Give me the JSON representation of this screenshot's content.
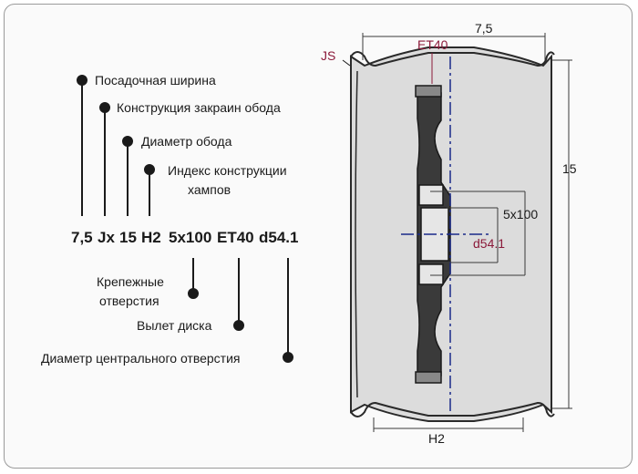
{
  "labels": {
    "seat_width": "Посадочная ширина",
    "flange": "Конструкция закраин обода",
    "rim_diameter": "Диаметр обода",
    "hump_line1": "Индекс конструкции",
    "hump_line2": "хампов",
    "bolts_line1": "Крепежные",
    "bolts_line2": "отверстия",
    "offset": "Вылет диска",
    "center_bore": "Диаметр центрального отверстия"
  },
  "code": {
    "width": "7,5",
    "flange": "Jx",
    "diameter": "15",
    "hump": "H2",
    "pcd": "5x100",
    "et": "ET40",
    "dia": "d54.1"
  },
  "dims": {
    "top_width": "7,5",
    "height": "15",
    "pcd": "5x100",
    "et": "ET40",
    "bore": "d54.1",
    "js": "JS",
    "h2": "H2"
  },
  "colors": {
    "accent": "#8b1a3a",
    "centerline": "#1a2a8a",
    "wheel_fill": "#dcdcdc",
    "disc_fill": "#3a3a3a"
  }
}
